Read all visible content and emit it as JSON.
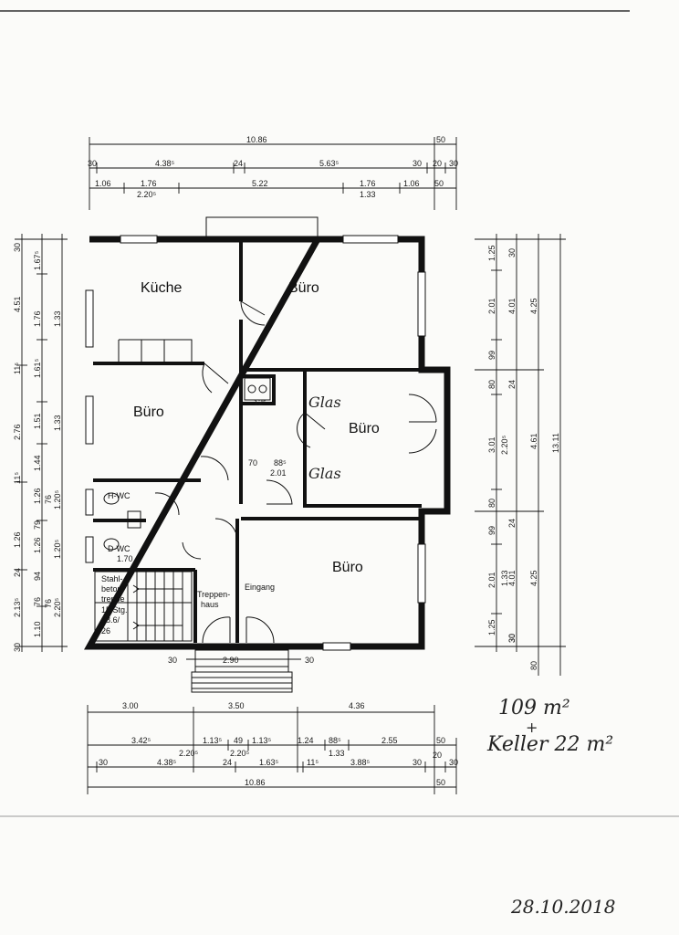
{
  "rooms": {
    "kueche": "Küche",
    "buero_top": "Büro",
    "buero_left": "Büro",
    "buero_mid": "Büro",
    "buero_bottom": "Büro",
    "hwc": "H-WC",
    "dwc": "D-WC",
    "eingang": "Eingang",
    "treppenhaus_1": "Treppen-",
    "treppenhaus_2": "haus",
    "stair_1": "Stahl-",
    "stair_2": "beton-",
    "stair_3": "treppe",
    "stair_4": "15 Stg.",
    "stair_5": "18.6/",
    "stair_6": "26"
  },
  "handwritten": {
    "glas_top": "Glas",
    "glas_bottom": "Glas",
    "area_1": "109 m²",
    "plus": "+",
    "area_2": "Keller 22 m²",
    "date": "28.10.2018"
  },
  "dims_top": {
    "row1_total": "10.86",
    "row1_right": "50",
    "row2": [
      "30",
      "4.38⁵",
      "24",
      "5.63⁵",
      "30",
      "20",
      "30"
    ],
    "row3": [
      "1.06",
      "1.76",
      "5.22",
      "1.76",
      "1.06",
      "50"
    ],
    "row3_sub": [
      "2.20⁵",
      "1.33"
    ]
  },
  "dims_bottom": {
    "row1": [
      "3.00",
      "3.50",
      "4.36"
    ],
    "row2": [
      "3.42⁵",
      "1.13⁵",
      "49",
      "1.13⁵",
      "1.24",
      "88⁵",
      "2.55",
      "50"
    ],
    "row2_sub": [
      "2.20⁵",
      "2.20⁵",
      "1.33"
    ],
    "row3": [
      "30",
      "4.38⁵",
      "24",
      "1.63⁵",
      "11⁵",
      "3.88⁵",
      "30",
      "20",
      "30"
    ],
    "row4_total": "10.86",
    "row4_right": "50",
    "entry": [
      "30",
      "2.90",
      "30"
    ]
  },
  "dims_left": {
    "col1": [
      "30",
      "4.51",
      "11⁵",
      "2.76",
      "11⁵",
      "1.26",
      "24",
      "2.13⁵",
      "30"
    ],
    "col2": [
      "1.67⁵",
      "1.76",
      "1.61⁵",
      "1.51",
      "1.44",
      "1.26",
      "79",
      "1.26",
      "94",
      "76",
      "1.10"
    ],
    "col3": [
      "1.33",
      "1.33",
      "1.20⁵",
      "1.20⁵",
      "2.20⁵"
    ],
    "col4": [
      "76",
      "76"
    ]
  },
  "dims_right": {
    "col1": [
      "1.25",
      "2.01",
      "99",
      "80",
      "3.01",
      "80",
      "99",
      "2.01",
      "1.25",
      "30"
    ],
    "col2": [
      "30",
      "4.01",
      "24",
      "2.20⁵",
      "24",
      "1.33",
      "4.01",
      "30"
    ],
    "col3": [
      "4.25",
      "4.61",
      "4.25",
      "80"
    ],
    "col4": [
      "13.11"
    ]
  },
  "interior_dims": [
    "12⁵",
    "70",
    "88⁵",
    "2.01",
    "1.70"
  ]
}
